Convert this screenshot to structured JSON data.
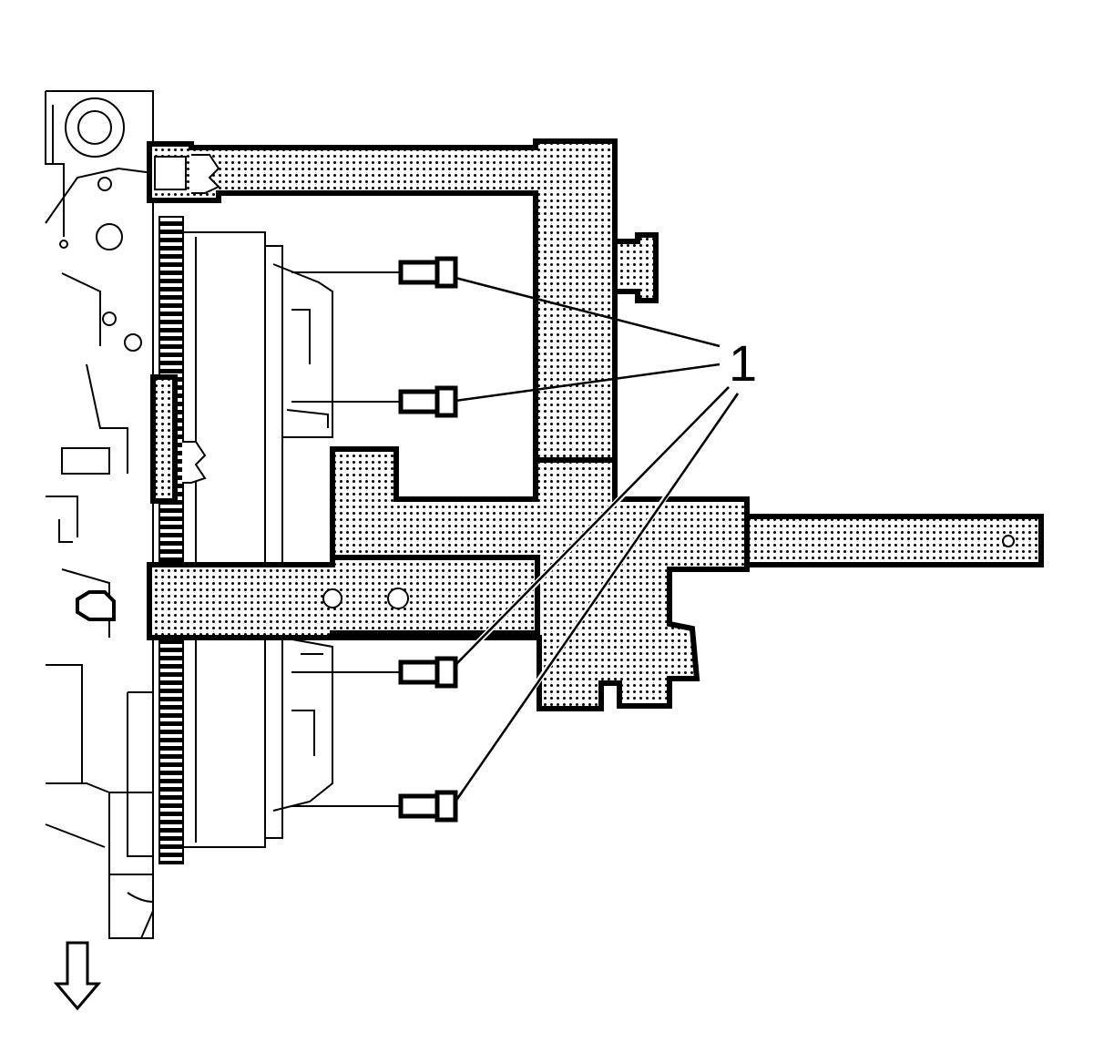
{
  "diagram": {
    "callouts": [
      {
        "label": "1",
        "targets": [
          "bolt-upper-1",
          "bolt-upper-2",
          "bolt-lower-1",
          "bolt-lower-2"
        ]
      }
    ],
    "direction_arrow": "down-arrow-icon",
    "colors": {
      "ink": "#000000",
      "paper": "#ffffff",
      "tool_fill": "stipple"
    }
  }
}
